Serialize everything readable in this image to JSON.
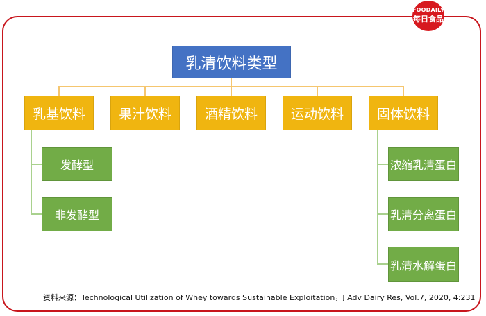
{
  "logo": {
    "en": "FOODAILY",
    "cn": "每日食品"
  },
  "root": "乳清饮料类型",
  "categories": [
    "乳基饮料",
    "果汁饮料",
    "酒精饮料",
    "运动饮料",
    "固体饮料"
  ],
  "dairy_children": [
    "发酵型",
    "非发酵型"
  ],
  "solid_children": [
    "浓缩乳清蛋白",
    "乳清分离蛋白",
    "乳清水解蛋白"
  ],
  "source": "资料来源：Technological Utilization of Whey towards Sustainable Exploitation，J Adv Dairy Res, Vol.7, 2020, 4:231"
}
